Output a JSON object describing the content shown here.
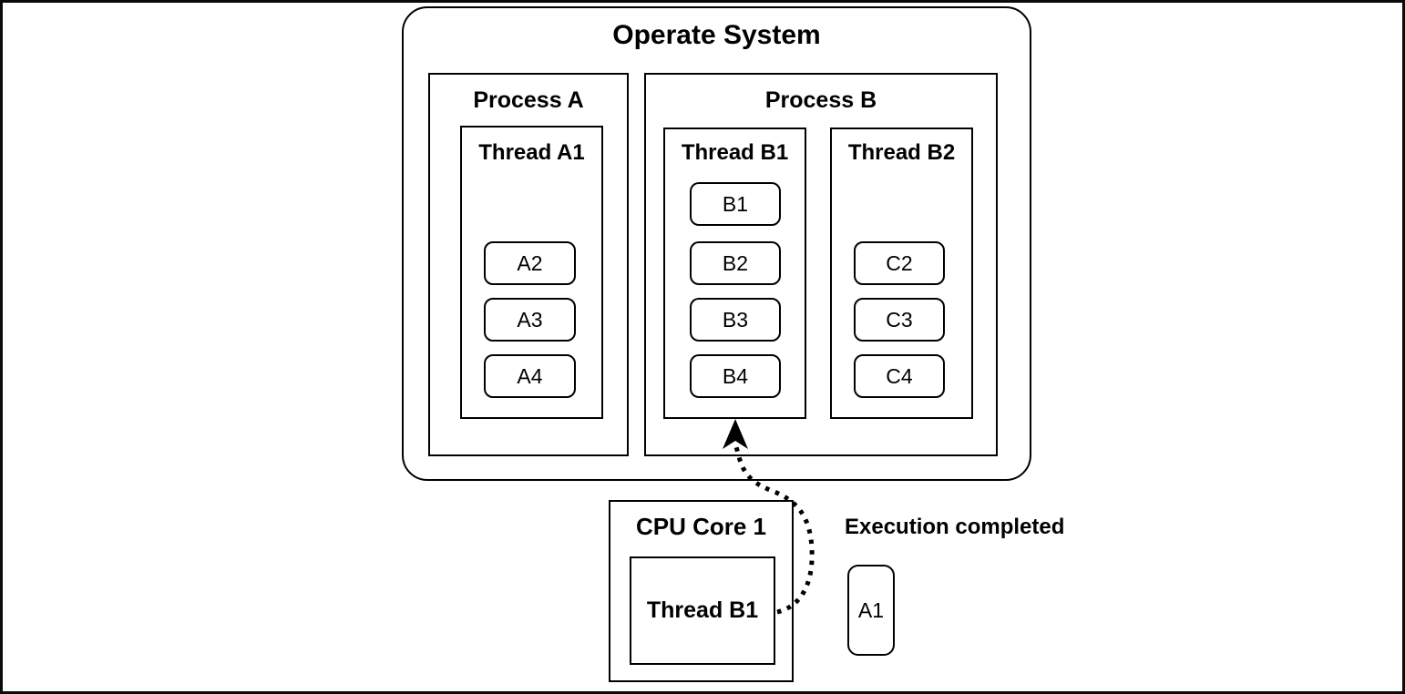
{
  "diagram": {
    "os": {
      "title": "Operate System",
      "process_a": {
        "title": "Process A",
        "thread": {
          "title": "Thread A1",
          "tasks": [
            "A2",
            "A3",
            "A4"
          ]
        }
      },
      "process_b": {
        "title": "Process B",
        "thread1": {
          "title": "Thread B1",
          "tasks": [
            "B1",
            "B2",
            "B3",
            "B4"
          ]
        },
        "thread2": {
          "title": "Thread B2",
          "tasks": [
            "C2",
            "C3",
            "C4"
          ]
        }
      }
    },
    "cpu": {
      "title": "CPU Core 1",
      "running_thread": "Thread B1"
    },
    "completed": {
      "label": "Execution completed",
      "task": "A1"
    },
    "colors": {
      "stroke": "#000000",
      "background": "#ffffff"
    }
  }
}
